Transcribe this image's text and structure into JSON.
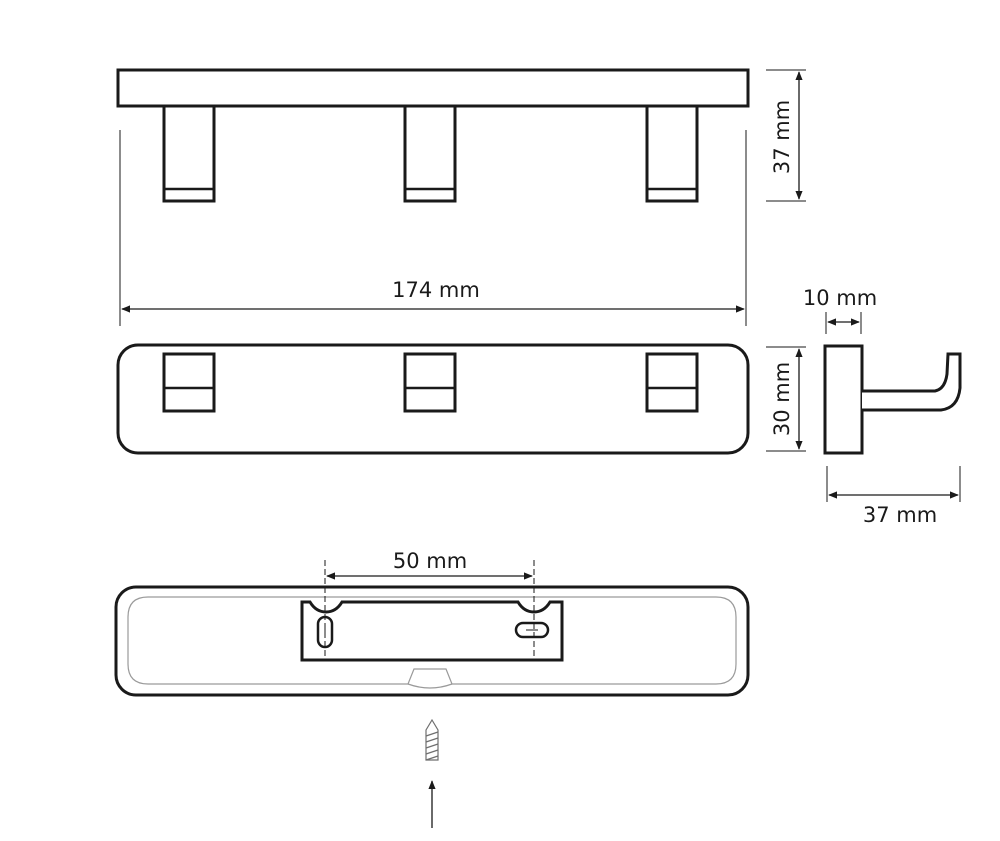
{
  "drawing": {
    "dimensions": {
      "overall_height": "37 mm",
      "overall_length": "174 mm",
      "hook_thickness": "10 mm",
      "plate_width": "30 mm",
      "hook_depth": "37 mm",
      "hole_spacing": "50 mm"
    },
    "hook_count": 3,
    "line_color": "#1a1a1a"
  }
}
